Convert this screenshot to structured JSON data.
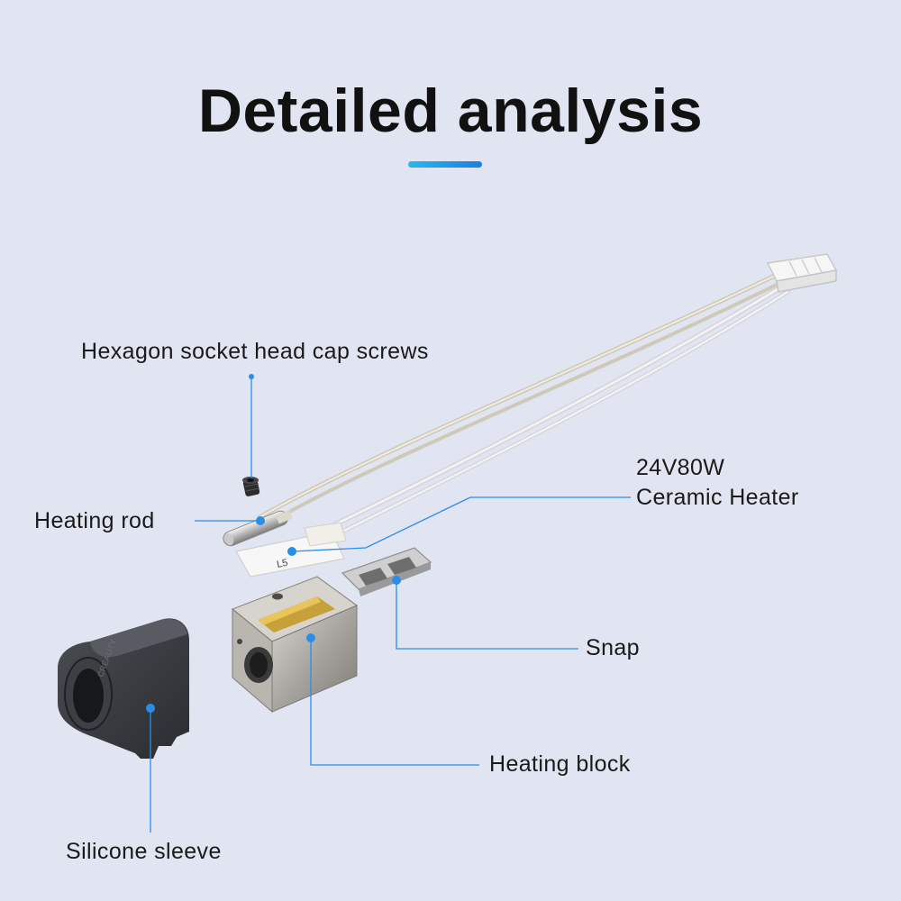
{
  "title": "Detailed analysis",
  "colors": {
    "background": "#e1e4f1",
    "accent_line": "#2a8ee8",
    "leader_line": "#2a8ee8",
    "callout_dot": "#2a8ee8"
  },
  "labels": {
    "screws": "Hexagon socket head cap screws",
    "heating_rod": "Heating rod",
    "heater_line1": "24V80W",
    "heater_line2": "Ceramic Heater",
    "snap": "Snap",
    "heating_block": "Heating block",
    "silicone_sleeve": "Silicone sleeve"
  },
  "parts": [
    "hex-screw",
    "heating-rod",
    "ceramic-heater",
    "snap-clip",
    "heating-block",
    "silicone-sleeve",
    "wire-harness",
    "connector"
  ]
}
